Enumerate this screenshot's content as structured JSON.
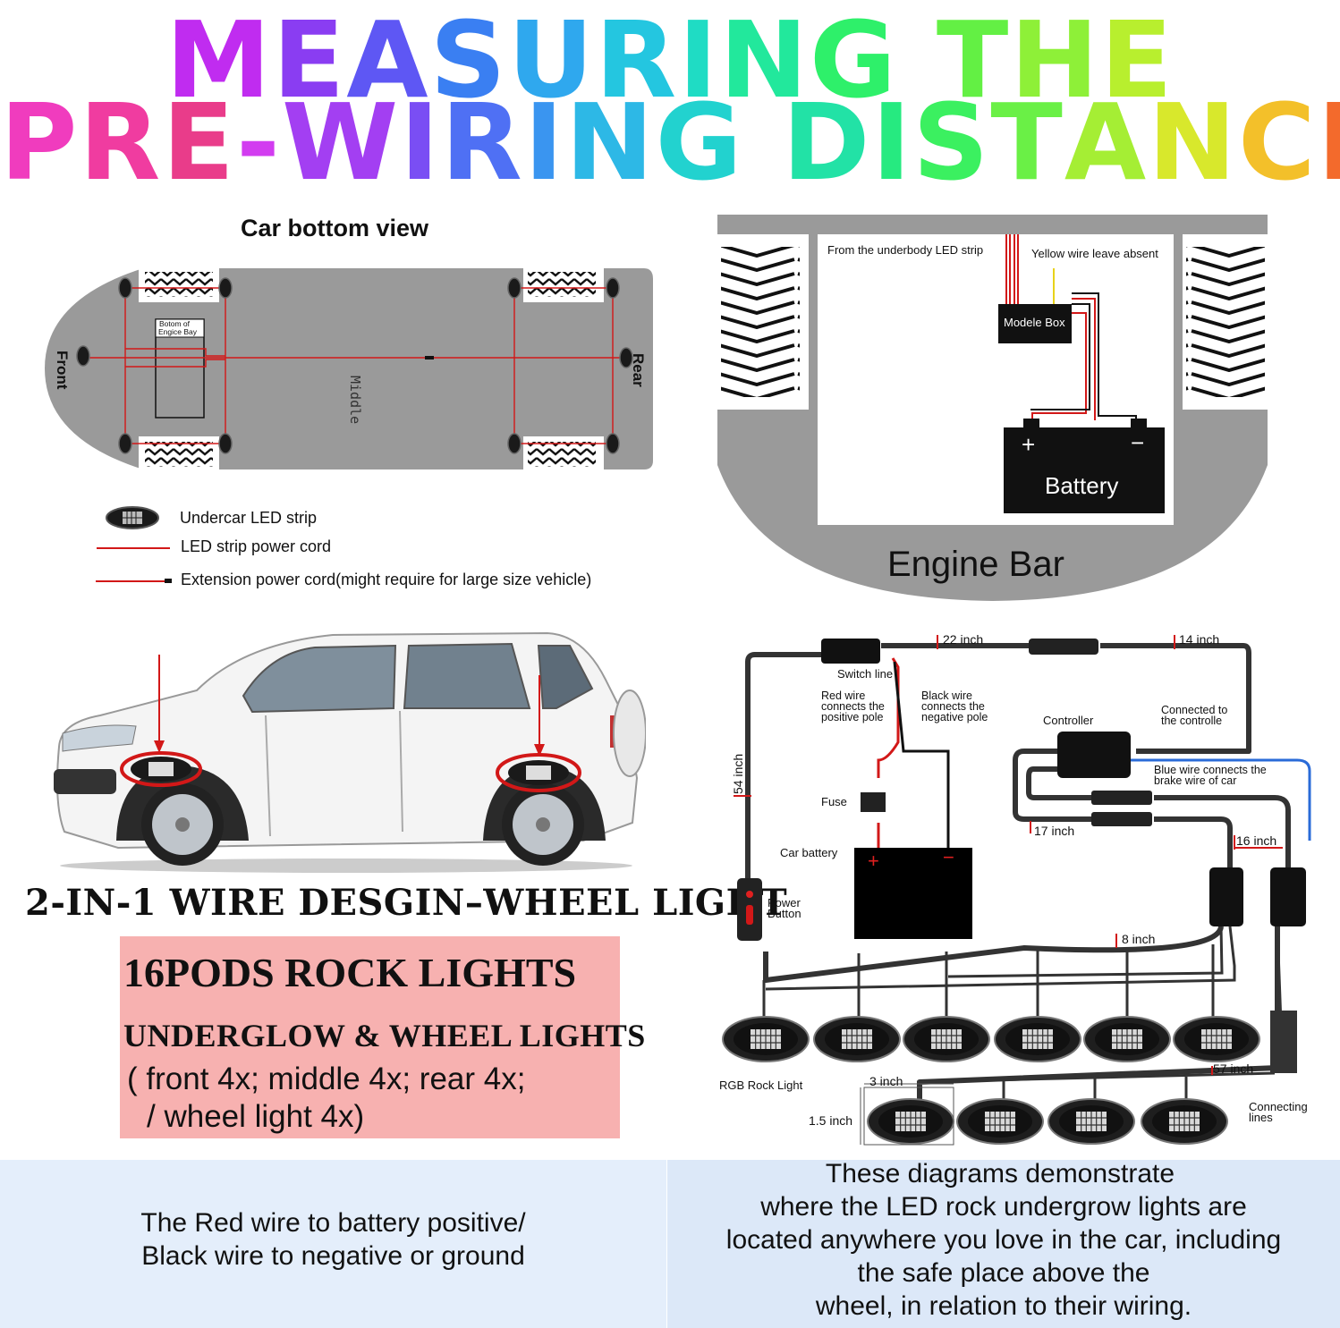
{
  "title": {
    "line1": [
      "M",
      "E",
      "A",
      "S",
      "U",
      "R",
      "I",
      "N",
      "G",
      " ",
      "T",
      "H",
      "E"
    ],
    "line2": [
      "P",
      "R",
      "E",
      "-",
      "W",
      "I",
      "R",
      "I",
      "N",
      "G",
      " ",
      "D",
      "I",
      "S",
      "T",
      "A",
      "N",
      "C",
      "E"
    ],
    "colors1": [
      "#c02cf0",
      "#8a3df2",
      "#5e57f4",
      "#3a7ff2",
      "#2fa8ee",
      "#24c6e0",
      "#1fdcc4",
      "#22e89c",
      "#2ef06a",
      "#ffffff",
      "#63f044",
      "#8ef038",
      "#b8ef2e"
    ],
    "colors2": [
      "#f03cbe",
      "#f03ca0",
      "#e93c8a",
      "#d23cf0",
      "#a33ff2",
      "#7a4ef4",
      "#4f70f4",
      "#3a95f0",
      "#2db8e6",
      "#22d2cf",
      "#ffffff",
      "#22e2a6",
      "#26ea80",
      "#3bf060",
      "#6af046",
      "#a5ee34",
      "#d8e82c",
      "#f3c02a",
      "#f36a2c"
    ]
  },
  "bottom_view": {
    "title": "Car bottom view",
    "front": "Front",
    "rear": "Rear",
    "middle": "Middle",
    "engine_bay_line1": "Botom of",
    "engine_bay_line2": "Engice Bay"
  },
  "legend": {
    "led_strip": "Undercar LED strip",
    "power_cord": "LED strip power cord",
    "extension": "Extension power cord(might require for large size vehicle)"
  },
  "engine_panel": {
    "from_label": "From the underbody LED strip",
    "yellow_label": "Yellow wire leave absent",
    "module_box": "Modele Box",
    "battery": "Battery",
    "plus": "+",
    "minus": "−",
    "title": "Engine Bar"
  },
  "car_section": {
    "heading": "2-IN-1 WIRE DESGIN–WHEEL LIGHT"
  },
  "promo": {
    "h1": "16PODS ROCK LIGHTS",
    "h2": "UNDERGLOW & WHEEL LIGHTS",
    "line1": "( front 4x; middle 4x; rear 4x;",
    "line2": "/   wheel light 4x)"
  },
  "wiring": {
    "switch_line": "Switch line",
    "inch22": "22 inch",
    "inch14": "14 inch",
    "red_wire": [
      "Red wire",
      "connects the",
      "positive pole"
    ],
    "black_wire": [
      "Black wire",
      "connects the",
      "negative pole"
    ],
    "controller": "Controller",
    "connected": [
      "Connected to",
      "the controlle"
    ],
    "blue_wire": [
      "Blue wire connects the",
      "brake wire of car"
    ],
    "inch54": "54 inch",
    "fuse": "Fuse",
    "car_battery": "Car battery",
    "inch17": "17 inch",
    "inch16": "16 inch",
    "power_button": [
      "Power",
      "Button"
    ],
    "inch8": "8 inch",
    "rgb": "RGB  Rock  Light",
    "inch57": "57 inch",
    "inch3": "3 inch",
    "inch15": "1.5 inch",
    "connecting": [
      "Connecting",
      "lines"
    ],
    "plus": "+",
    "minus": "−"
  },
  "footer": {
    "left_line1": "The Red wire to battery positive/",
    "left_line2": "Black wire to negative or ground",
    "right_lines": [
      "These diagrams demonstrate",
      "where the LED rock undergrow lights are",
      "located anywhere you love in the car, including",
      "the safe place above the",
      "wheel, in relation to their wiring."
    ]
  },
  "colors": {
    "panel_gray": "#9a9a9a",
    "wire_red": "#d21818",
    "promo_pink": "#f7b1b0",
    "footer_blue": "#e4eefb"
  }
}
